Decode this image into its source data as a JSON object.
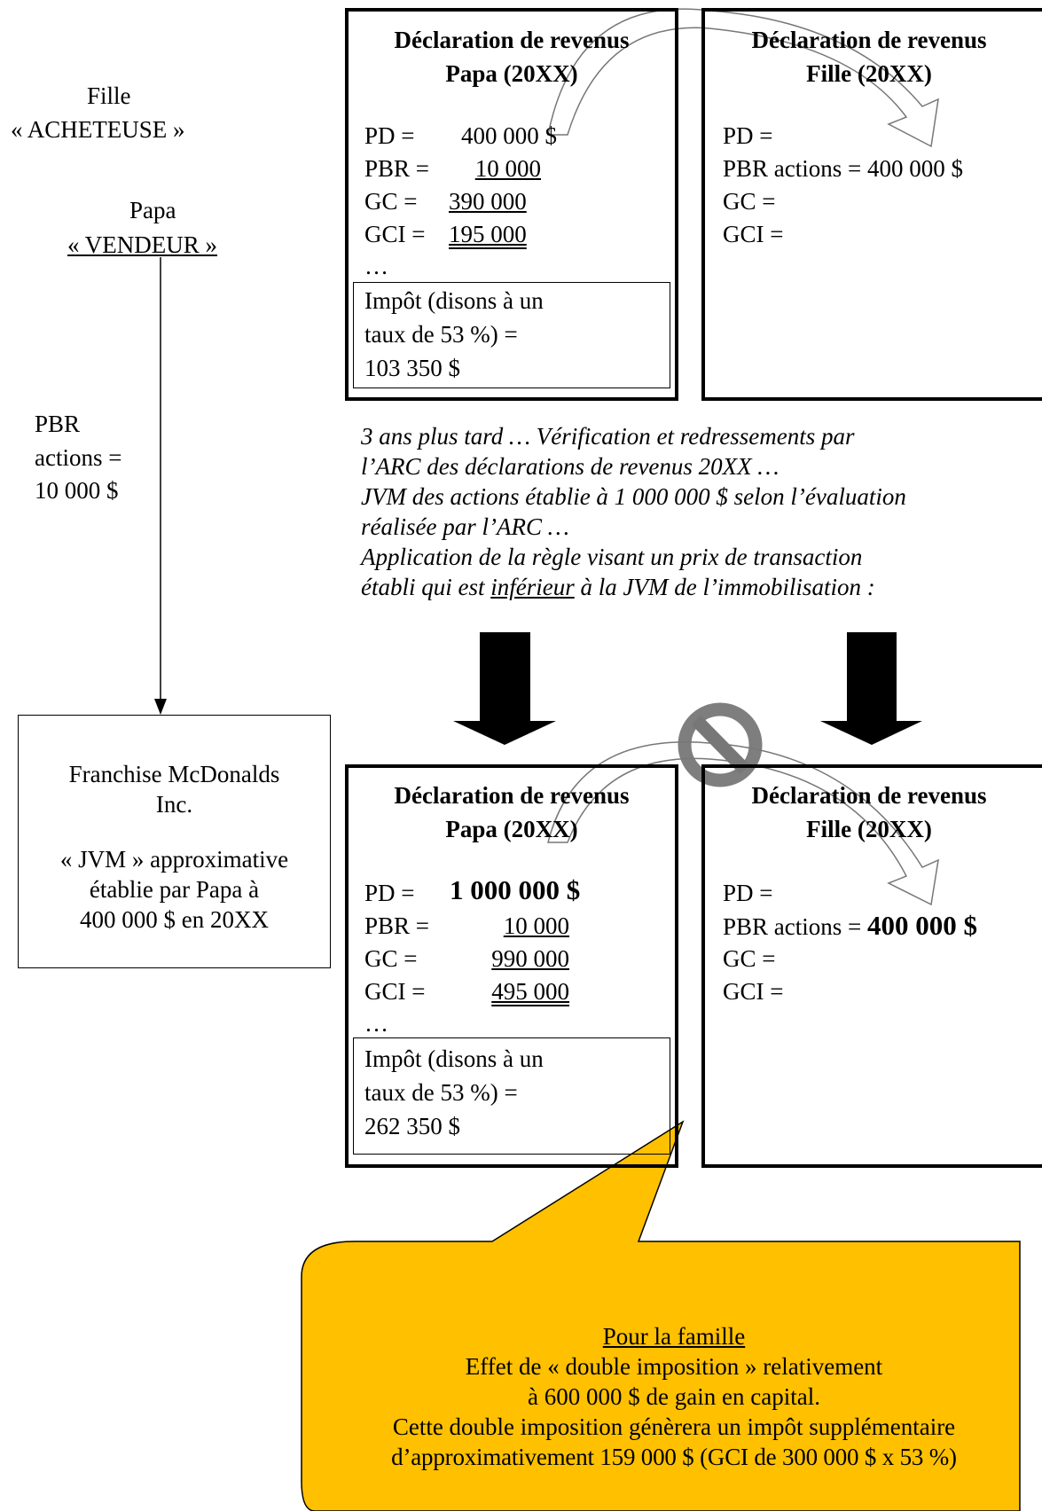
{
  "left": {
    "buyer_name": "Fille",
    "buyer_role": "« ACHETEUSE »",
    "seller_name": "Papa",
    "seller_role": "« VENDEUR »",
    "pbr_label": "PBR",
    "pbr_actions": "actions =",
    "pbr_value": "10 000 $",
    "company_name": "Franchise McDonalds",
    "company_suffix": "Inc.",
    "jvm_line1": "« JVM » approximative",
    "jvm_line2": "établie par Papa à",
    "jvm_line3": "400 000 $ en 20XX"
  },
  "top": {
    "papa": {
      "title1": "Déclaration de revenus",
      "title2": "Papa (20XX)",
      "pd_label": "PD =",
      "pd_value": "400 000 $",
      "pbr_label": "PBR =",
      "pbr_value": "10 000",
      "gc_label": "GC =",
      "gc_value": "390 000",
      "gci_label": "GCI =",
      "gci_value": "195 000",
      "ellipsis": "…",
      "tax1": "Impôt (disons à un",
      "tax2": "taux de 53 %) =",
      "tax3": "103 350 $"
    },
    "fille": {
      "title1": "Déclaration de revenus",
      "title2": "Fille (20XX)",
      "pd_label": "PD =",
      "pbr_label": "PBR actions =",
      "pbr_value": "400 000 $",
      "gc_label": "GC =",
      "gci_label": "GCI ="
    }
  },
  "middle": {
    "line1": "3 ans plus tard … Vérification et redressements par",
    "line2": "l’ARC des déclarations de revenus 20XX …",
    "line3": "JVM des actions établie à 1 000 000 $ selon l’évaluation",
    "line4": "réalisée par l’ARC …",
    "line5": "Application de la règle visant un prix de transaction",
    "line6_a": "établi qui est ",
    "line6_u": "inférieur",
    "line6_b": " à la JVM de l’immobilisation :"
  },
  "bottom": {
    "papa": {
      "title1": "Déclaration de revenus",
      "title2": "Papa (20XX)",
      "pd_label": "PD =",
      "pd_value": "1 000 000 $",
      "pbr_label": "PBR =",
      "pbr_value": "10 000",
      "gc_label": "GC =",
      "gc_value": "990 000",
      "gci_label": "GCI =",
      "gci_value": "495 000",
      "ellipsis": "…",
      "tax1": "Impôt (disons à un",
      "tax2": "taux de 53 %) =",
      "tax3": "262 350 $"
    },
    "fille": {
      "title1": "Déclaration de revenus",
      "title2": "Fille (20XX)",
      "pd_label": "PD =",
      "pbr_label": "PBR actions =",
      "pbr_value": "400 000 $",
      "gc_label": "GC =",
      "gci_label": "GCI ="
    }
  },
  "callout": {
    "heading": "Pour la famille",
    "line1": "Effet de « double imposition » relativement",
    "line2": "à 600 000 $ de gain en capital.",
    "line3": "Cette double imposition génèrera un impôt supplémentaire",
    "line4": "d’approximativement 159 000 $ (GCI de 300 000 $ x 53 %)",
    "fill_color": "#FFC000"
  }
}
